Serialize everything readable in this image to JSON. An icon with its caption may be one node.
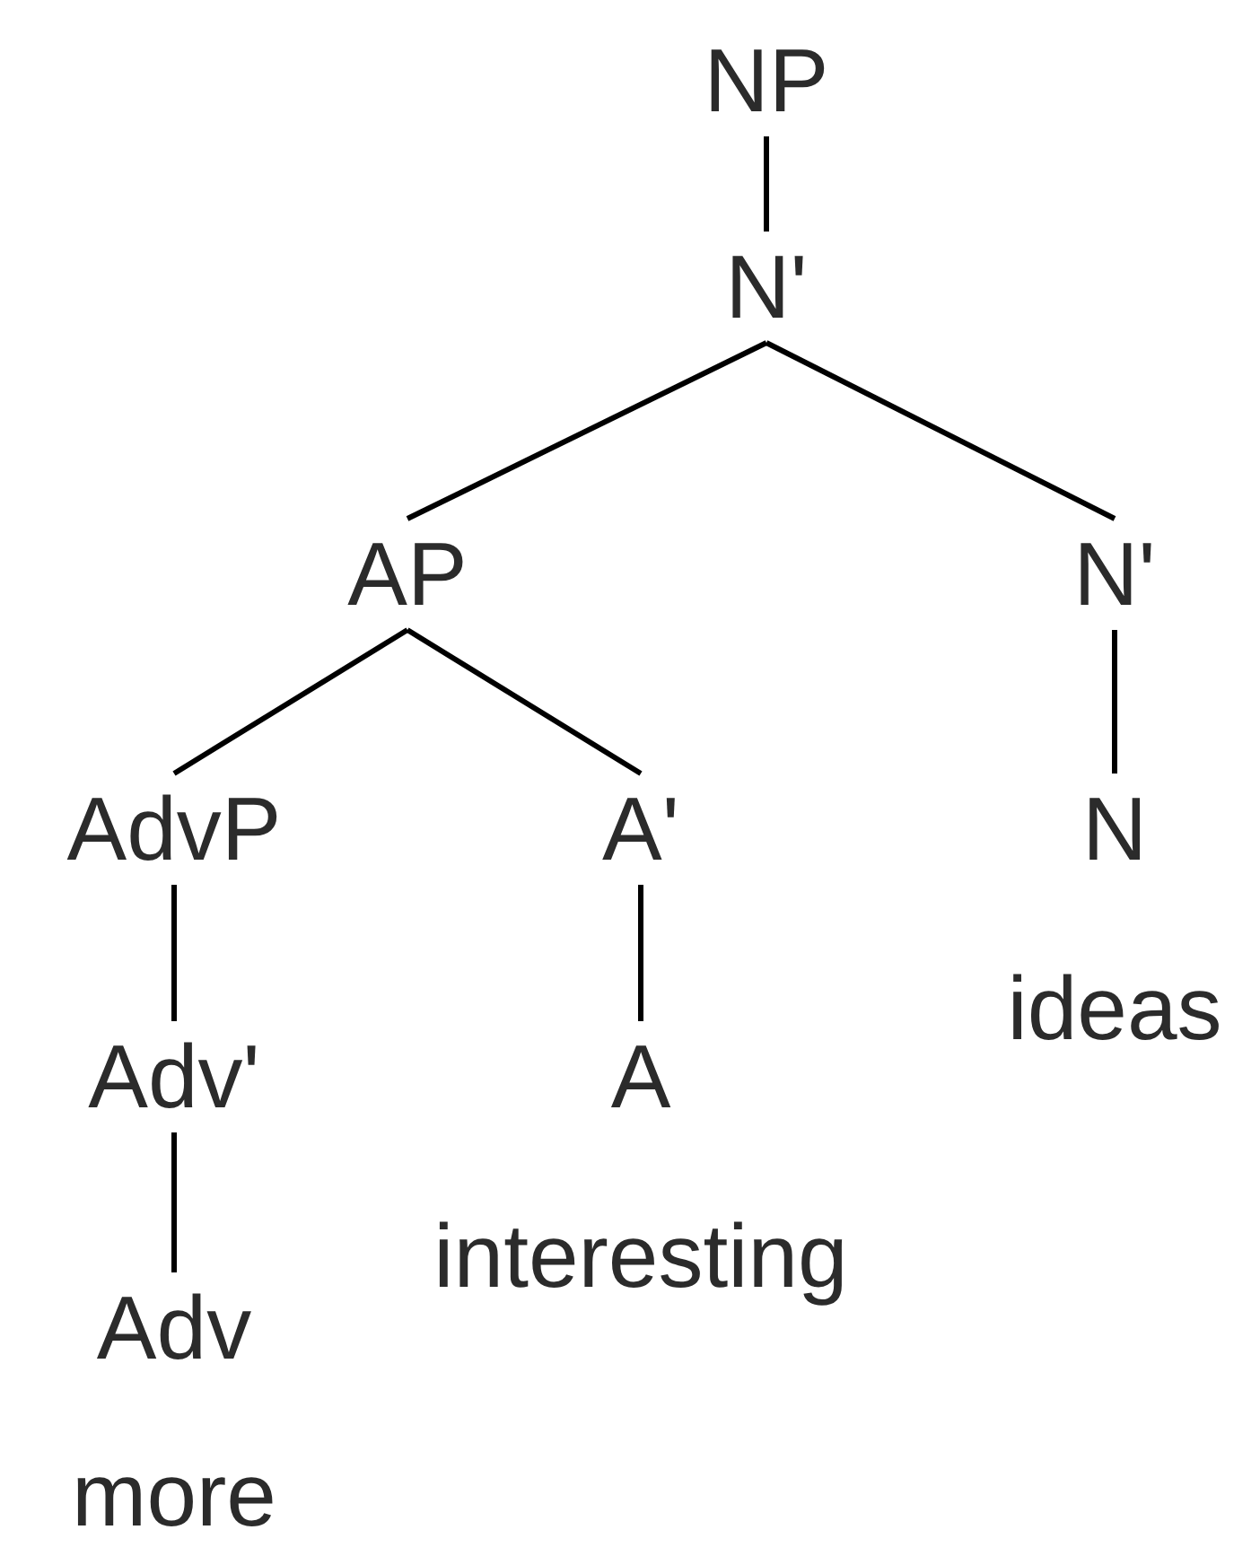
{
  "diagram": {
    "nodes": [
      {
        "text": [
          "NP"
        ]
      },
      {
        "text": [
          "N'"
        ]
      },
      {
        "text": [
          "AP"
        ]
      },
      {
        "text": [
          "N'"
        ]
      },
      {
        "text": [
          "AdvP"
        ]
      },
      {
        "text": [
          "A'"
        ]
      },
      {
        "text": [
          "N"
        ]
      },
      {
        "text": [
          "Adv'"
        ]
      },
      {
        "text": [
          "A"
        ]
      },
      {
        "text": [
          "Adv"
        ]
      }
    ],
    "edges": [
      {
        "from": 0,
        "to": 1,
        "arrow": "none"
      },
      {
        "from": 1,
        "to": 2,
        "arrow": "none"
      },
      {
        "from": 1,
        "to": 3,
        "arrow": "none"
      },
      {
        "from": 2,
        "to": 4,
        "arrow": "none"
      },
      {
        "from": 2,
        "to": 5,
        "arrow": "none"
      },
      {
        "from": 3,
        "to": 6,
        "arrow": "none"
      },
      {
        "from": 4,
        "to": 7,
        "arrow": "none"
      },
      {
        "from": 5,
        "to": 8,
        "arrow": "none"
      },
      {
        "from": 7,
        "to": 9,
        "arrow": "none"
      }
    ],
    "labels": [
      "ideas",
      "interesting",
      "more"
    ]
  }
}
